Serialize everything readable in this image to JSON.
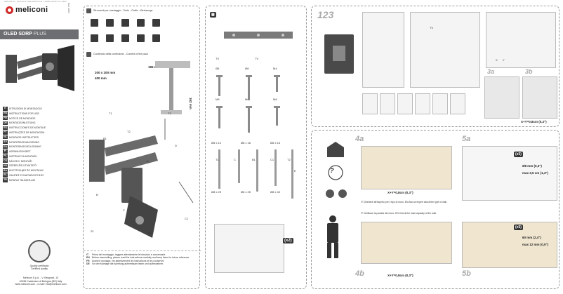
{
  "document": {
    "header_meta": "0000 Melconi - Instructions OLED SDRP PLUS - LARGE 210x297 mm folded"
  },
  "brand": {
    "name": "meliconi",
    "product_title": "OLED SDRP",
    "product_suffix": "PLUS",
    "model_code": "Mod. SDRP"
  },
  "languages": [
    {
      "code": "IT",
      "name": "ISTRUZIONI DI MONTAGGIO"
    },
    {
      "code": "EN",
      "name": "INSTRUCTIONS FOR USE"
    },
    {
      "code": "FR",
      "name": "NOTICE DE MONTAGE"
    },
    {
      "code": "DE",
      "name": "MONTAGEANLEITUNG"
    },
    {
      "code": "ES",
      "name": "INSTRUCCIONES DE MONTAJE"
    },
    {
      "code": "PT",
      "name": "INSTRUÇÕES DE MONTAGEM"
    },
    {
      "code": "NL",
      "name": "MONTAGE-INSTRUCTIES"
    },
    {
      "code": "SV",
      "name": "MONTERINGSANVISNING"
    },
    {
      "code": "DA",
      "name": "MONTERINGSVEJLEDNING"
    },
    {
      "code": "FI",
      "name": "ASENNUSOHJEET"
    },
    {
      "code": "PL",
      "name": "INSTRUKCJA MONTAŻU"
    },
    {
      "code": "CS",
      "name": "NÁVOD K MONTÁŽI"
    },
    {
      "code": "HU",
      "name": "SZERELÉSI ÚTMUTATÓ"
    },
    {
      "code": "RU",
      "name": "ИНСТРУКЦИЯ ПО МОНТАЖУ"
    },
    {
      "code": "EL",
      "name": "ΟΔΗΓΙΕΣ ΣΥΝΑΡΜΟΛΟΓΗΣΗΣ"
    },
    {
      "code": "TR",
      "name": "MONTAJ TALİMATLARI"
    }
  ],
  "certification": {
    "label": "Quality certificate\nCertified quality"
  },
  "address": {
    "line1": "Meliconi S.p.A. - V. Bergonzi, 10",
    "line2": "40036 Castenaso di Bologna (BO) Italy",
    "line3": "www.meliconi.com - e-mail: info@meliconi.com"
  },
  "panel1": {
    "tools_header": "Strumenti per montaggio - Tools - Outils - Werkzeuge",
    "contents_header": "Contenuto della confezione - Content of the pack",
    "measure_1": "200 x 100 mm",
    "measure_2": "400 mm",
    "measure_3": "162 mm",
    "measure_4": "195 mm",
    "part_labels": [
      "T1",
      "B1",
      "A",
      "B",
      "C",
      "D",
      "C1",
      "T2",
      "T3",
      "S1",
      "S2"
    ],
    "footnotes": [
      {
        "code": "IT",
        "text": "Prima del montaggio, leggere attentamente le istruzioni e conservarle."
      },
      {
        "code": "EN",
        "text": "Before assembling, please read the instructions carefully and keep them for future reference."
      },
      {
        "code": "FR",
        "text": "Avant le montage, lire attentivement les instructions et les conserver."
      },
      {
        "code": "DE",
        "text": "Vor der Montage die Anleitung aufmerksam lesen und aufbewahren."
      }
    ]
  },
  "panel2": {
    "label_tv": "TV",
    "label_tv2": "TV",
    "sizes": [
      "Ø6",
      "Ø8",
      "M4",
      "M5",
      "M6",
      "M8"
    ],
    "bolt_labels": [
      "Ø6 x 12",
      "Ø8 x 16",
      "Ø6 x 16",
      "Ø8 x 25",
      "Ø6 x 25",
      "Ø8 x 40"
    ],
    "qty_badge": "(x2)",
    "rod_labels": [
      "T1",
      "C",
      "B1",
      "C1",
      "T2",
      "E"
    ]
  },
  "panel3": {
    "step_label": "123",
    "tv_label": "TV",
    "sub_steps": [
      "3a",
      "3b"
    ],
    "measure": "X+Y=0,8cm (0,3\")",
    "x_label": "X",
    "y_label": "Y"
  },
  "panel4": {
    "steps": [
      "4a",
      "4b",
      "5a",
      "5b"
    ],
    "measure_a": "X+Y=0,8cm (0,3\")",
    "measure_b": "X+Y=0,8cm (0,3\")",
    "drill_label_1": "Ø8 mm (0,3\")",
    "drill_label_2": "max 3,5 cm (1,4\")",
    "drill_label_3": "60 mm (2,4\")",
    "drill_label_4": "max 12 mm (0,5\")",
    "qty_badge_1": "(x5)",
    "qty_badge_2": "(x5)",
    "wall_q": "?",
    "footnote_a": "IT Chiedere all'esperto per il tipo di muro. EN Ask an expert about the type of wall.",
    "footnote_b": "IT Verificare la portata del muro. EN Check the load capacity of the wall."
  },
  "colors": {
    "dark": "#3a3a3a",
    "gray": "#6d6e71",
    "light": "#dcdcdc",
    "accent_red": "#d02a2a",
    "wall_wood": "#e9d9b8"
  }
}
